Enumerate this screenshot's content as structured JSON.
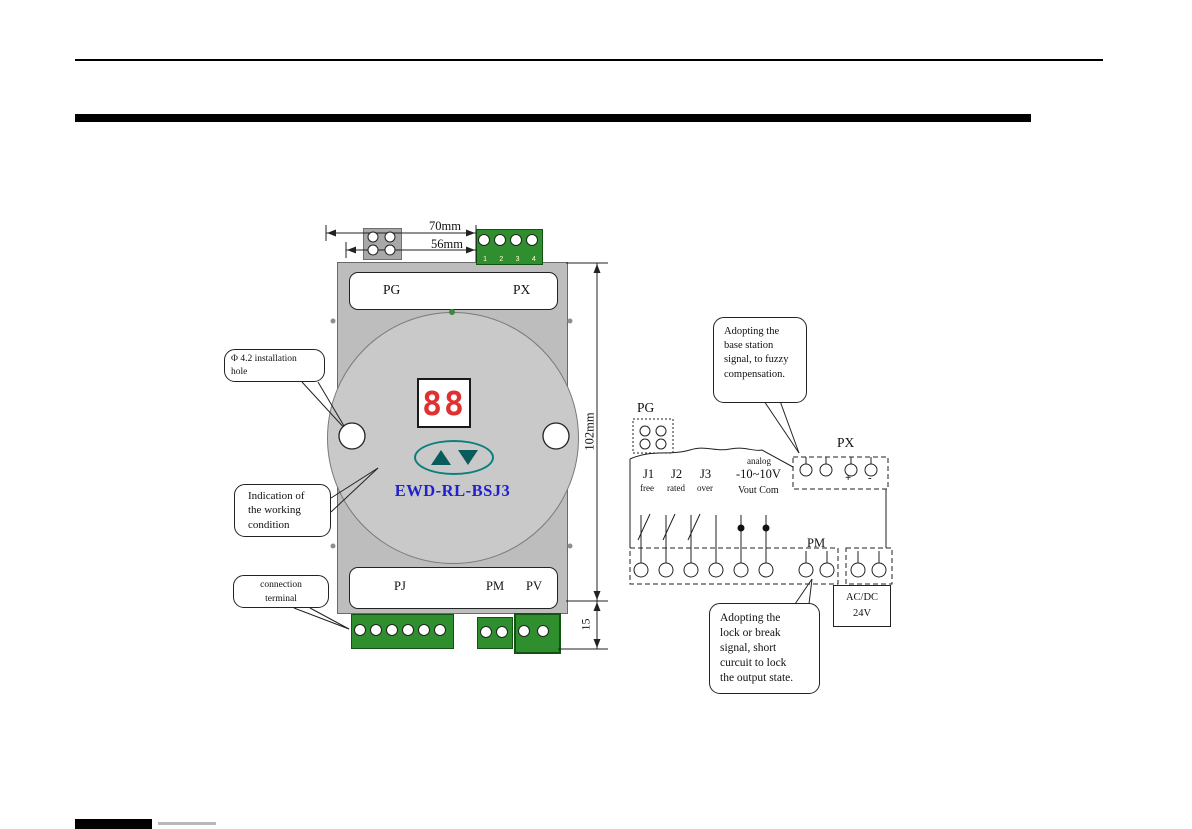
{
  "device_view": {
    "dim_width_outer": "70mm",
    "dim_width_inner": "56mm",
    "dim_height": "102mm",
    "dim_bottom": "15",
    "top_terminal_pins": [
      "1",
      "2",
      "3",
      "4"
    ],
    "label_pg": "PG",
    "label_px": "PX",
    "display_value": "88",
    "model": "EWD-RL-BSJ3",
    "label_pj": "PJ",
    "label_pm": "PM",
    "label_pv": "PV",
    "callout_installation_hole": "Φ 4.2  installation\nhole",
    "callout_working_condition": "Indication of\nthe working\ncondition",
    "callout_connection_terminal": "connection\nterminal"
  },
  "wiring_view": {
    "callout_base_station": "Adopting the\nbase station\nsignal, to fuzzy\ncompensation.",
    "label_pg": "PG",
    "label_px": "PX",
    "px_polarity_plus": "+",
    "px_polarity_minus": "-",
    "jumpers": [
      {
        "name": "J1",
        "desc": "free"
      },
      {
        "name": "J2",
        "desc": "rated"
      },
      {
        "name": "J3",
        "desc": "over"
      }
    ],
    "analog_label": "analog",
    "analog_range": "-10~10V",
    "analog_pins": "Vout Com",
    "label_pm": "PM",
    "power_label": "AC/DC\n24V",
    "callout_lock": "Adopting the\nlock or break\nsignal, short\ncurcuit to lock\nthe output state."
  }
}
